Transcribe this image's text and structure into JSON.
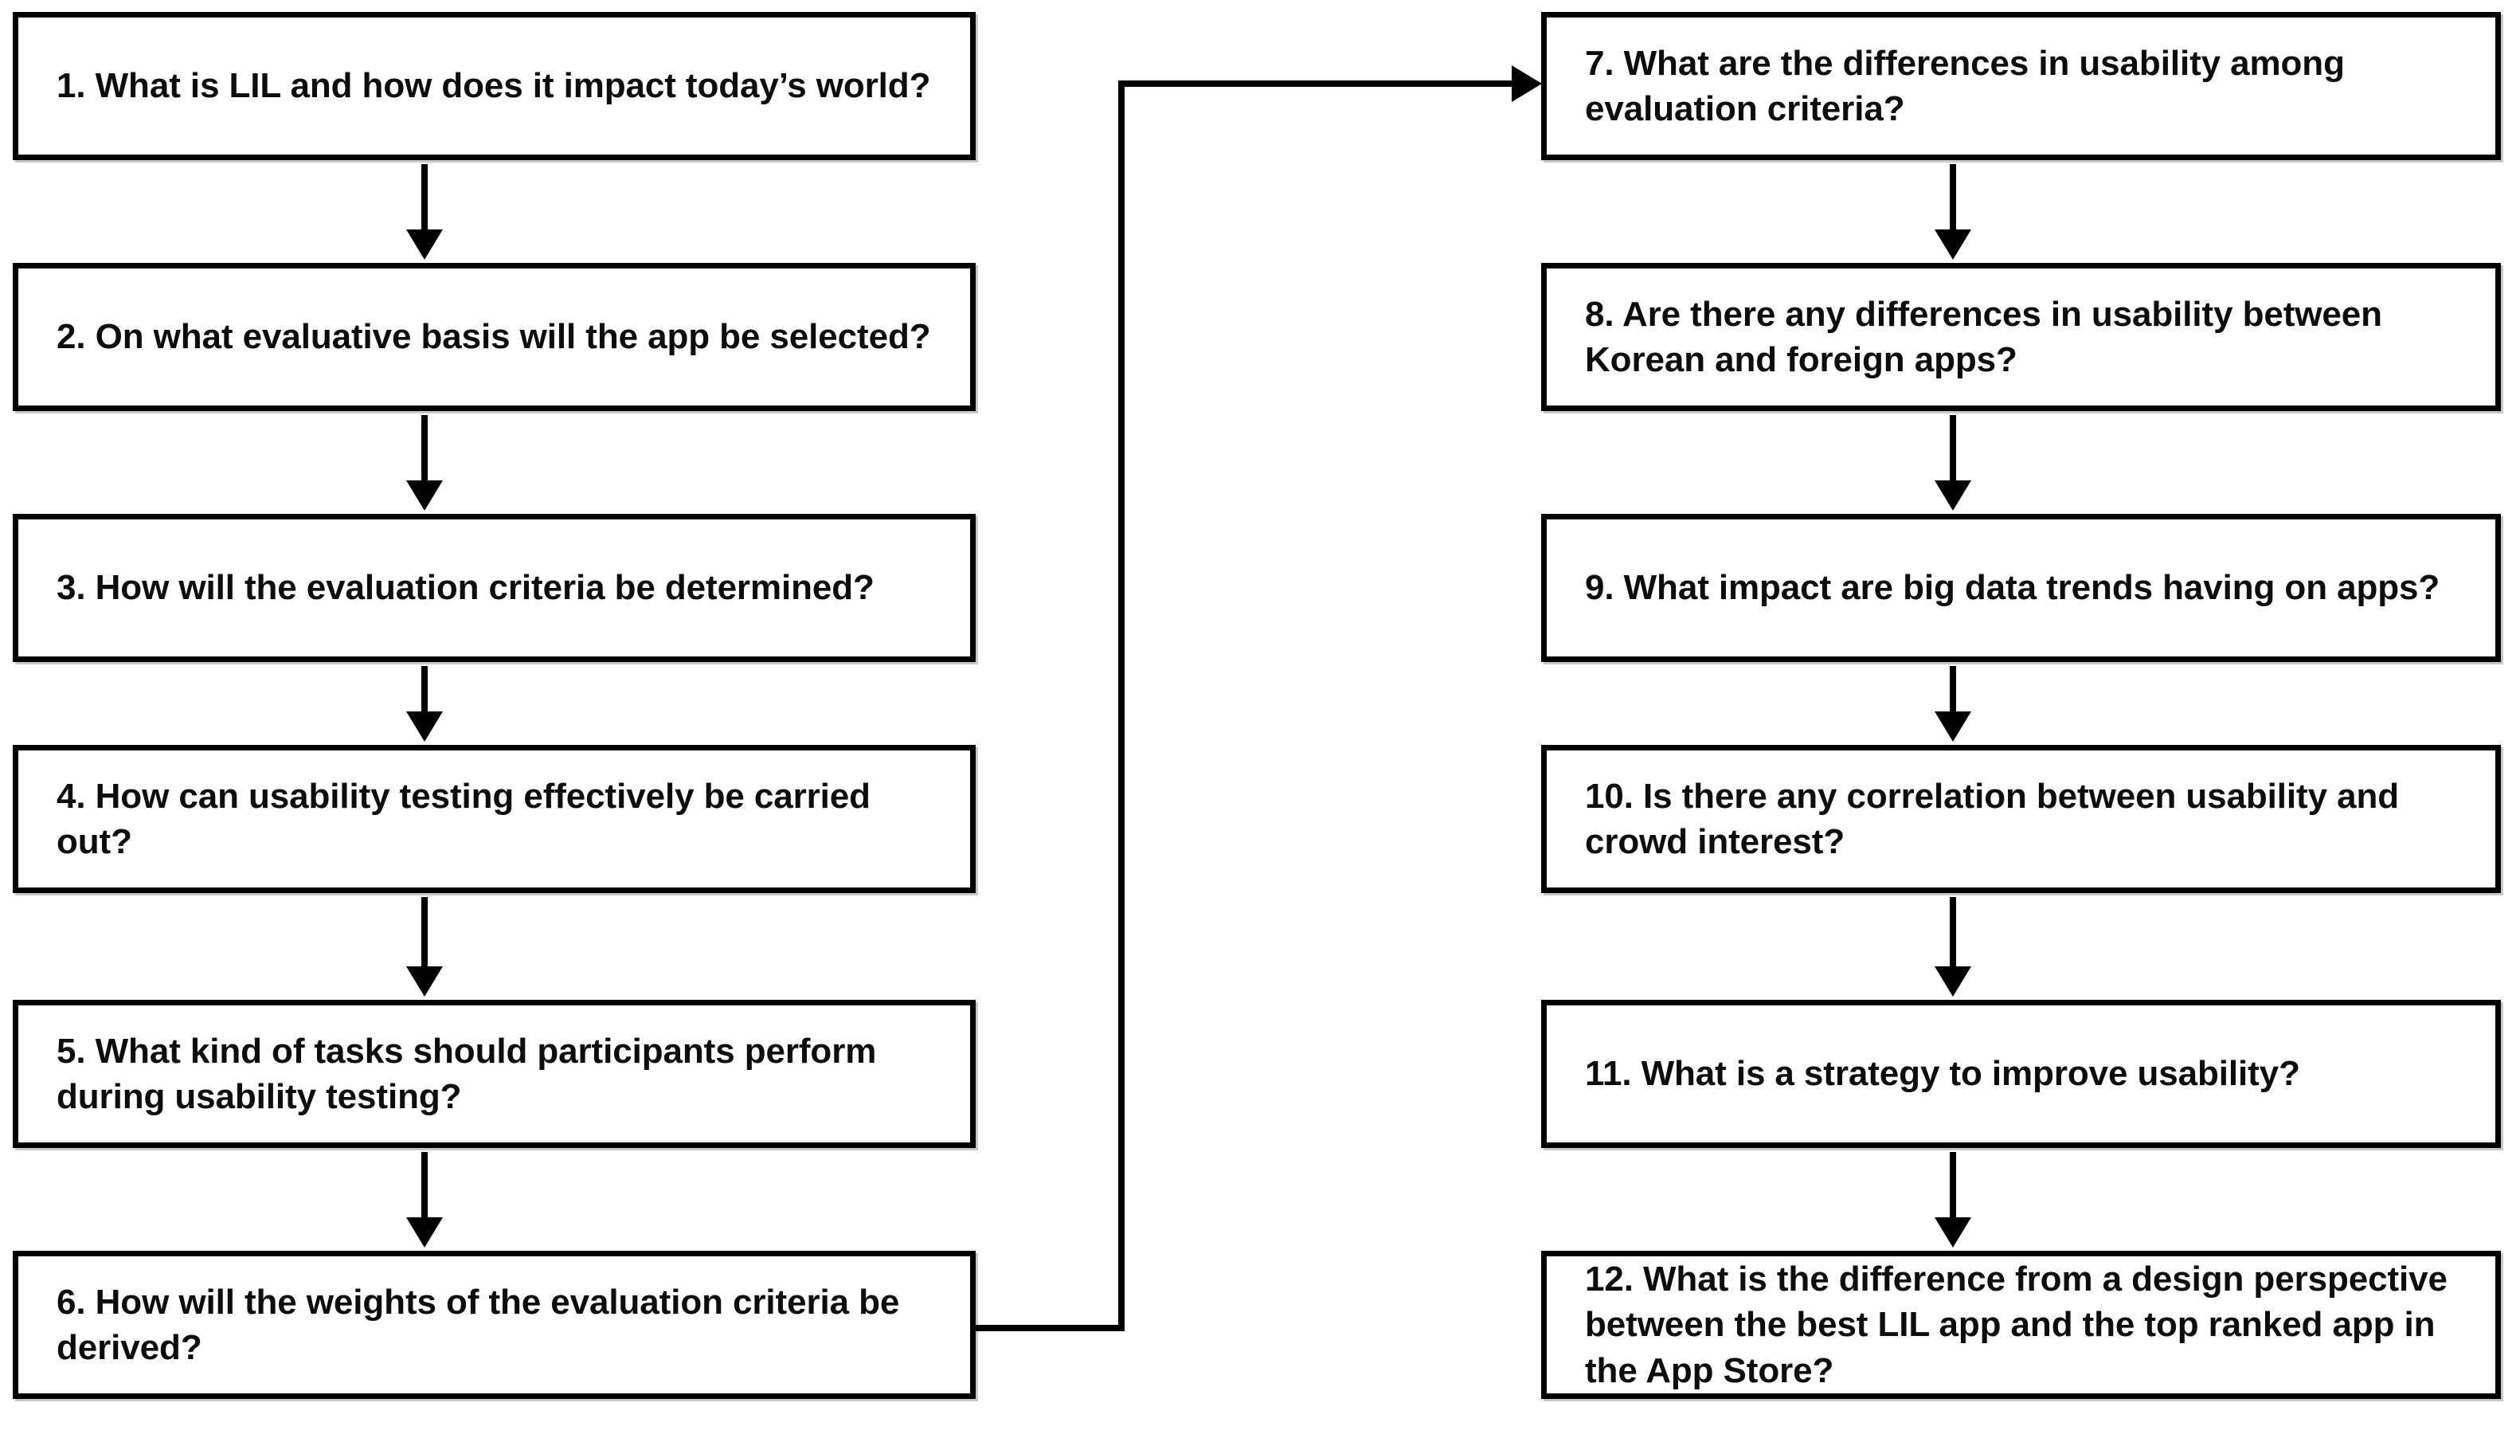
{
  "diagram": {
    "type": "flowchart",
    "orientation": "two-column-vertical",
    "columns": 2,
    "node_count": 12,
    "nodes": [
      {
        "id": 1,
        "number": "1.",
        "text": "1. What is LIL and how does it impact today’s world?"
      },
      {
        "id": 2,
        "number": "2.",
        "text": "2. On what evaluative basis will the app be selected?"
      },
      {
        "id": 3,
        "number": "3.",
        "text": "3. How will the evaluation criteria be determined?"
      },
      {
        "id": 4,
        "number": "4.",
        "text": "4. How can usability testing effectively be carried out?"
      },
      {
        "id": 5,
        "number": "5.",
        "text": "5. What kind of tasks should participants perform during usability testing?"
      },
      {
        "id": 6,
        "number": "6.",
        "text": "6. How will the weights of the evaluation criteria be derived?"
      },
      {
        "id": 7,
        "number": "7.",
        "text": "7. What are the differences in usability among evaluation criteria?"
      },
      {
        "id": 8,
        "number": "8.",
        "text": "8. Are there any differences in usability between Korean and foreign apps?"
      },
      {
        "id": 9,
        "number": "9.",
        "text": "9. What impact are big data trends having on apps?"
      },
      {
        "id": 10,
        "number": "10.",
        "text": "10. Is there any correlation between usability and crowd interest?"
      },
      {
        "id": 11,
        "number": "11.",
        "text": "11. What is a strategy to improve usability?"
      },
      {
        "id": 12,
        "number": "12.",
        "text": "12. What is the difference from a design perspective between the best LIL app and the top ranked app in the App Store?"
      }
    ],
    "edges": [
      {
        "from": 1,
        "to": 2,
        "style": "straight-down",
        "arrow": "down"
      },
      {
        "from": 2,
        "to": 3,
        "style": "straight-down",
        "arrow": "down"
      },
      {
        "from": 3,
        "to": 4,
        "style": "straight-down",
        "arrow": "down"
      },
      {
        "from": 4,
        "to": 5,
        "style": "straight-down",
        "arrow": "down"
      },
      {
        "from": 5,
        "to": 6,
        "style": "straight-down",
        "arrow": "down"
      },
      {
        "from": 6,
        "to": 7,
        "style": "orthogonal-right-up-right",
        "arrow": "right"
      },
      {
        "from": 7,
        "to": 8,
        "style": "straight-down",
        "arrow": "down"
      },
      {
        "from": 8,
        "to": 9,
        "style": "straight-down",
        "arrow": "down"
      },
      {
        "from": 9,
        "to": 10,
        "style": "straight-down",
        "arrow": "down"
      },
      {
        "from": 10,
        "to": 11,
        "style": "straight-down",
        "arrow": "down"
      },
      {
        "from": 11,
        "to": 12,
        "style": "straight-down",
        "arrow": "down"
      }
    ],
    "colors": {
      "background": "#ffffff",
      "node_fill": "#ffffff",
      "node_border": "#000000",
      "text": "#0d0d0d",
      "connector": "#000000"
    }
  }
}
